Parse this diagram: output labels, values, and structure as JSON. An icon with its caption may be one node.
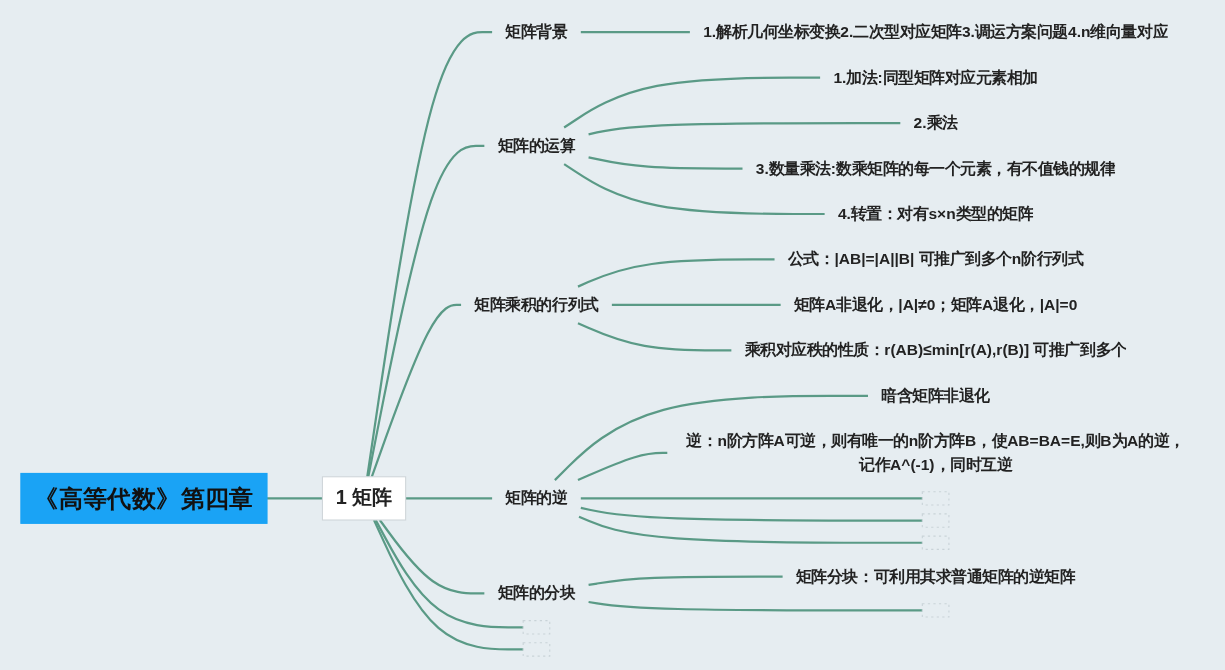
{
  "diagram": {
    "nodes": [
      {
        "text": [
          "《高等代数》第四章"
        ]
      },
      {
        "text": [
          "1 矩阵"
        ]
      },
      {
        "text": [
          "矩阵背景"
        ]
      },
      {
        "text": [
          "1.解析几何坐标变换2.二次型对应矩阵3.调运方案问题4.n维向量对应"
        ]
      },
      {
        "text": [
          "矩阵的运算"
        ]
      },
      {
        "text": [
          "1.加法:同型矩阵对应元素相加"
        ]
      },
      {
        "text": [
          "2.乘法"
        ]
      },
      {
        "text": [
          "3.数量乘法:数乘矩阵的每一个元素，有不值钱的规律"
        ]
      },
      {
        "text": [
          "4.转置：对有s×n类型的矩阵"
        ]
      },
      {
        "text": [
          "矩阵乘积的行列式"
        ]
      },
      {
        "text": [
          "公式：|AB|=|A||B| 可推广到多个n阶行列式"
        ]
      },
      {
        "text": [
          "矩阵A非退化，|A|≠0；矩阵A退化，|A|=0"
        ]
      },
      {
        "text": [
          "乘积对应秩的性质：r(AB)≤min[r(A),r(B)] 可推广到多个"
        ]
      },
      {
        "text": [
          "矩阵的逆"
        ]
      },
      {
        "text": [
          "暗含矩阵非退化"
        ]
      },
      {
        "text": [
          "逆：n阶方阵A可逆，则有唯一的n阶方阵B，使AB=BA=E,则B为A的逆，记作A^(-1)，同时互逆"
        ]
      },
      {
        "text": [],
        "shape": "box"
      },
      {
        "text": [],
        "shape": "box"
      },
      {
        "text": [],
        "shape": "box"
      },
      {
        "text": [
          "矩阵的分块"
        ]
      },
      {
        "text": [
          "矩阵分块：可利用其求普通矩阵的逆矩阵"
        ]
      },
      {
        "text": [],
        "shape": "box"
      },
      {
        "text": [],
        "shape": "box"
      },
      {
        "text": [],
        "shape": "box"
      }
    ],
    "edges": [
      {
        "from": 0,
        "to": 1,
        "arrow": "none"
      },
      {
        "from": 1,
        "to": 2,
        "arrow": "none"
      },
      {
        "from": 2,
        "to": 3,
        "arrow": "none"
      },
      {
        "from": 1,
        "to": 4,
        "arrow": "none"
      },
      {
        "from": 4,
        "to": 5,
        "arrow": "none"
      },
      {
        "from": 4,
        "to": 6,
        "arrow": "none"
      },
      {
        "from": 4,
        "to": 7,
        "arrow": "none"
      },
      {
        "from": 4,
        "to": 8,
        "arrow": "none"
      },
      {
        "from": 1,
        "to": 9,
        "arrow": "none"
      },
      {
        "from": 9,
        "to": 10,
        "arrow": "none"
      },
      {
        "from": 9,
        "to": 11,
        "arrow": "none"
      },
      {
        "from": 9,
        "to": 12,
        "arrow": "none"
      },
      {
        "from": 1,
        "to": 13,
        "arrow": "none"
      },
      {
        "from": 13,
        "to": 14,
        "arrow": "none"
      },
      {
        "from": 13,
        "to": 15,
        "arrow": "none"
      },
      {
        "from": 13,
        "to": 16,
        "arrow": "none"
      },
      {
        "from": 13,
        "to": 17,
        "arrow": "none"
      },
      {
        "from": 13,
        "to": 18,
        "arrow": "none"
      },
      {
        "from": 1,
        "to": 19,
        "arrow": "none"
      },
      {
        "from": 19,
        "to": 20,
        "arrow": "none"
      },
      {
        "from": 19,
        "to": 21,
        "arrow": "none"
      },
      {
        "from": 1,
        "to": 22,
        "arrow": "none"
      },
      {
        "from": 1,
        "to": 23,
        "arrow": "none"
      }
    ]
  }
}
